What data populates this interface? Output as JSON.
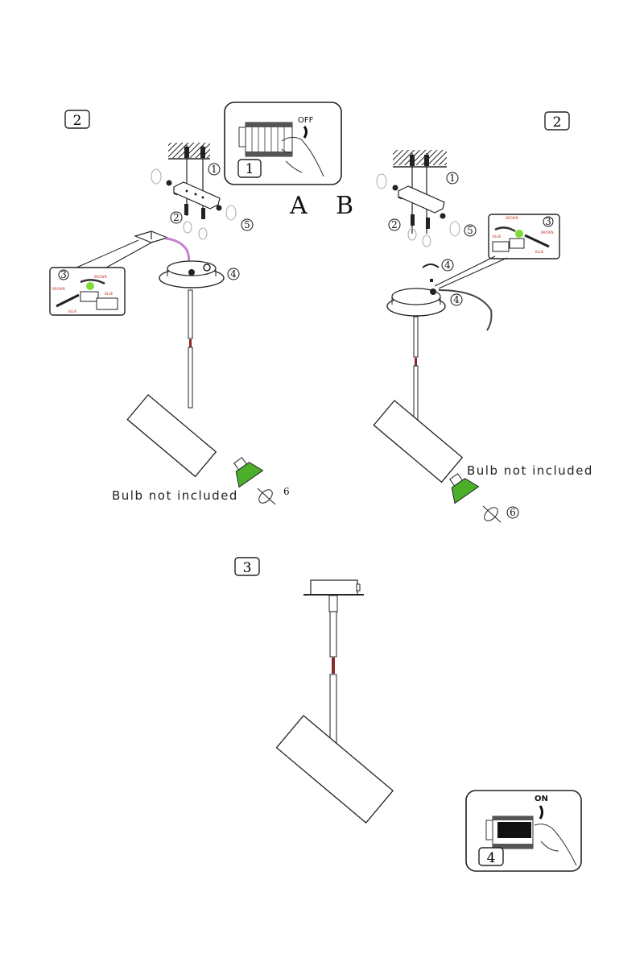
{
  "steps": {
    "step1_label": "1",
    "step2_left_label": "2",
    "step2_right_label": "2",
    "step3_label": "3",
    "step4_label": "4"
  },
  "variants": {
    "a": "A",
    "b": "B"
  },
  "switch": {
    "off_label": "OFF",
    "on_label": "ON"
  },
  "callouts": {
    "c1": "1",
    "c2": "2",
    "c3": "3",
    "c4": "4",
    "c5": "5",
    "c6": "6"
  },
  "wire_labels": {
    "brown": "BROWN",
    "blue": "BLUE"
  },
  "notes": {
    "bulb_left": "Bulb not included",
    "bulb_right": "Bulb not included"
  },
  "colors": {
    "line": "#1a1a1a",
    "bulb_green": "#4caf2a",
    "wire_purple": "#c77fd0",
    "wire_brown_mark": "#8b2a2a",
    "connector_green": "#7ddc3a",
    "hatch": "#222222"
  }
}
